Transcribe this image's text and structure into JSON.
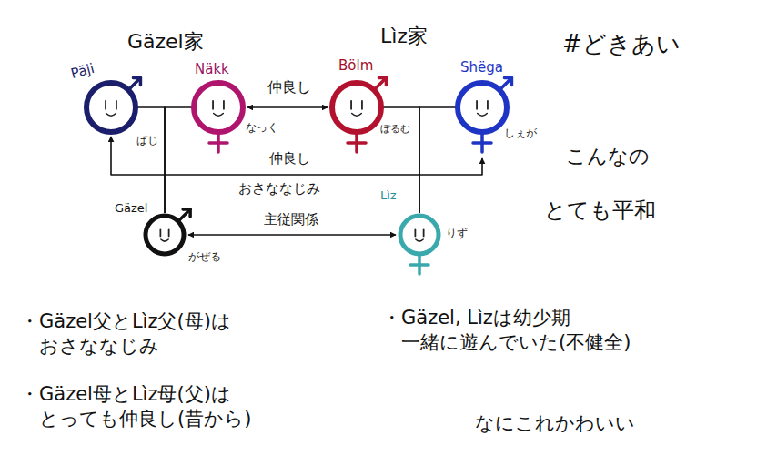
{
  "diagram": {
    "nodes": [
      {
        "text": [
          "Päji",
          "ぱじ"
        ]
      },
      {
        "text": [
          "Näkk",
          "なっく"
        ]
      },
      {
        "text": [
          "Bölm",
          "ぼるむ"
        ]
      },
      {
        "text": [
          "Shëga",
          "しぇが"
        ]
      },
      {
        "text": [
          "Gäzel",
          "がぜる"
        ]
      },
      {
        "text": [
          "Lìz",
          "りず"
        ]
      }
    ],
    "edges": [
      {
        "from": 1,
        "to": 2,
        "label": "仲良し",
        "arrow": "both"
      },
      {
        "from": 0,
        "to": 3,
        "label": "仲良し",
        "arrow": "both"
      },
      {
        "from": 4,
        "to": 5,
        "label": "主従関係",
        "arrow": "both"
      },
      {
        "from": 0,
        "to": 4,
        "arrow": "none"
      },
      {
        "from": 1,
        "to": 4,
        "arrow": "none"
      },
      {
        "from": 2,
        "to": 5,
        "arrow": "none"
      },
      {
        "from": 3,
        "to": 5,
        "arrow": "none"
      }
    ],
    "labels": [
      "Gäzel家",
      "Lìz家",
      "おさななじみ",
      "#どきあい",
      "こんなの",
      "とても平和",
      "・Gäzel父とLìz父(母)は おさななじみ",
      "・Gäzel母とLìz母(父)は とっても仲良し(昔から)",
      "・Gäzel, Lìzは幼少期 一緒に遊んでいた(不健全)",
      "なにこれかわいい"
    ]
  }
}
